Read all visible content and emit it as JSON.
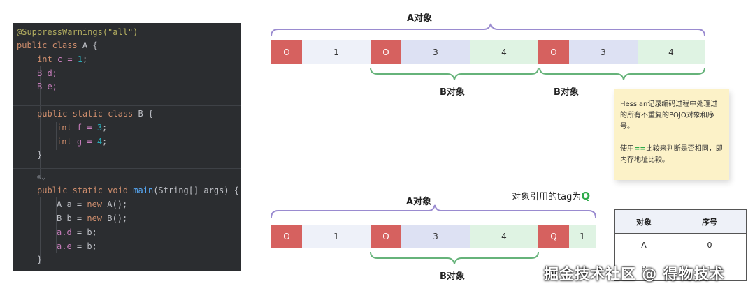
{
  "code": {
    "l1": "@SuppressWarnings(\"all\")",
    "l2a": "public class ",
    "l2b": "A {",
    "l3a": "int",
    "l3b": " c = ",
    "l3c": "1",
    "l3d": ";",
    "l4": "B d;",
    "l5": "B e;",
    "l6a": "public static class ",
    "l6b": "B {",
    "l7a": "int",
    "l7b": " f = ",
    "l7c": "3",
    "l7d": ";",
    "l8a": "int",
    "l8b": " g = ",
    "l8c": "4",
    "l8d": ";",
    "l9": "}",
    "l10": "⊗⌄",
    "l11a": "public static void ",
    "l11b": "main",
    "l11c": "(String[] args) {",
    "l12a": "A a = ",
    "l12b": "new ",
    "l12c": "A();",
    "l13a": "B b = ",
    "l13b": "new ",
    "l13c": "B();",
    "l14a": "a.d",
    "l14b": " = b;",
    "l15a": "a.e",
    "l15b": " = b;",
    "l16": "}"
  },
  "top_row": [
    "O",
    "1",
    "O",
    "3",
    "4",
    "O",
    "3",
    "4"
  ],
  "bottom_row": [
    "O",
    "1",
    "O",
    "3",
    "4",
    "Q",
    "1"
  ],
  "labels": {
    "a_top": "A对象",
    "b1_top": "B对象",
    "b2_top": "B对象",
    "a_bottom": "A对象",
    "b_bottom": "B对象",
    "ref_prefix": "对象引用的tag为",
    "ref_tag": "Q"
  },
  "note": {
    "p1": "Hessian记录编码过程中处理过的所有不重复的POJO对象和序号。",
    "p2a": "使用",
    "p2b": "==",
    "p2c": "比较来判断是否相同，即内存地址比较。"
  },
  "table": {
    "headers": [
      "对象",
      "序号"
    ],
    "rows": [
      [
        "A",
        "0"
      ],
      [
        "B",
        "1"
      ]
    ]
  },
  "watermark": "掘金技术社区 @ 得物技术",
  "colors": {
    "tag_red": "#d6615f",
    "brace_purple": "#9a8bd0",
    "brace_green": "#66b37a",
    "tag_q_green": "#2eaa4a",
    "eq_green": "#2eaa4a"
  }
}
